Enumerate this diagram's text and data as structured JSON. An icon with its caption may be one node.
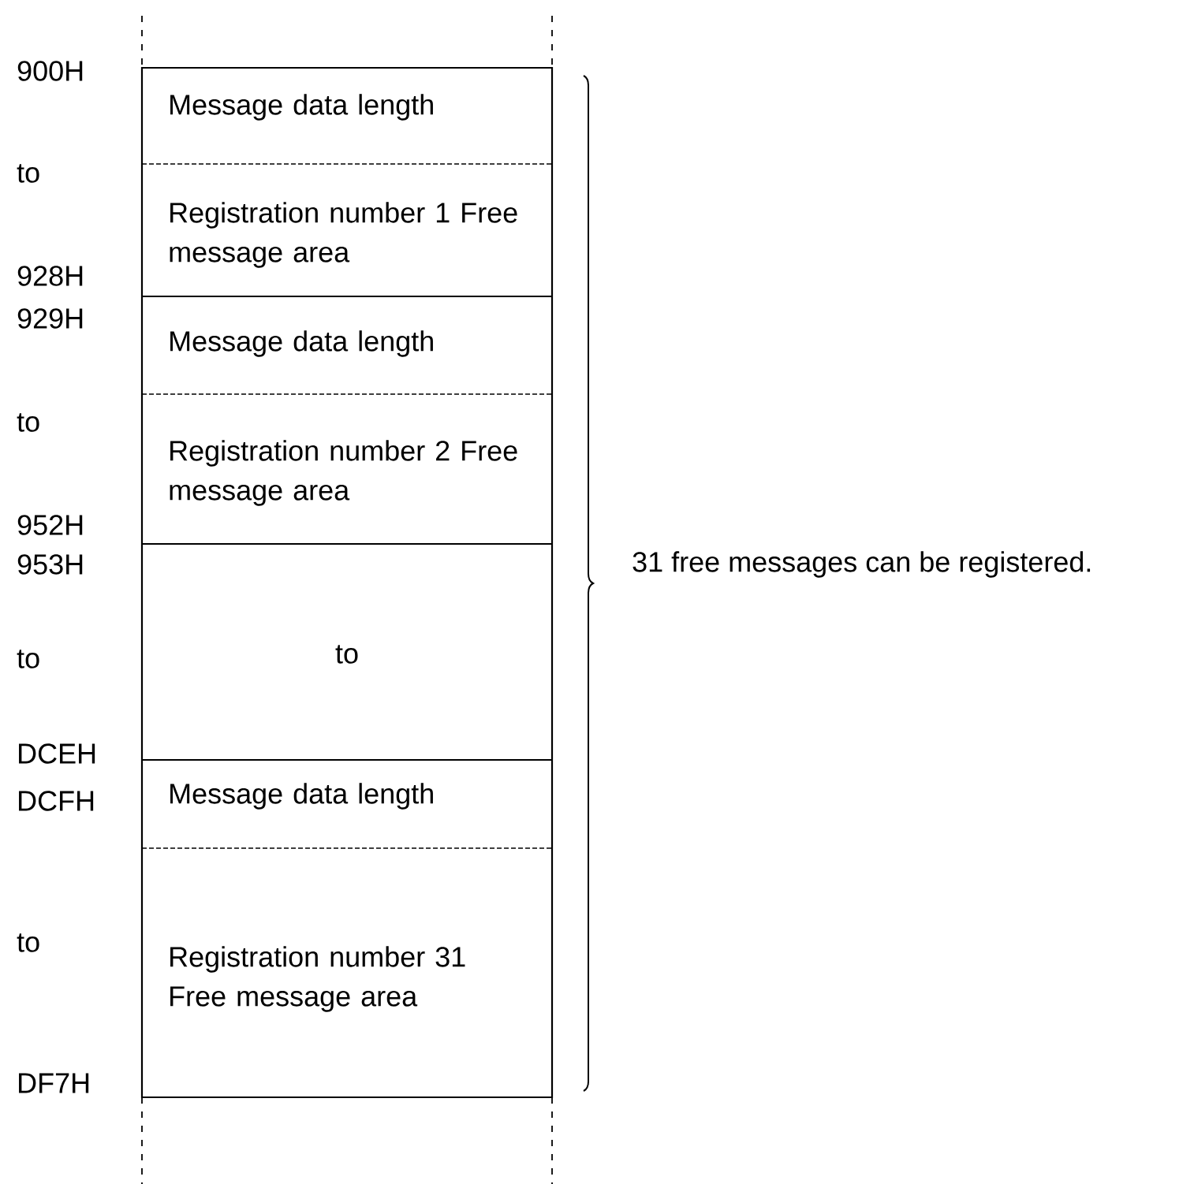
{
  "diagram": {
    "nodes": [
      {
        "text": [
          "Message data length"
        ]
      },
      {
        "text": [
          "Registration number 1 Free message area"
        ]
      },
      {
        "text": [
          "Message data length"
        ]
      },
      {
        "text": [
          "Registration number 2 Free message area"
        ]
      },
      {
        "text": [
          "to"
        ]
      },
      {
        "text": [
          "Message data length"
        ]
      },
      {
        "text": [
          "Registration number 31 Free message area"
        ]
      }
    ],
    "labels": [
      "900H",
      "to",
      "928H",
      "929H",
      "to",
      "952H",
      "953H",
      "to",
      "DCEH",
      "DCFH",
      "to",
      "DF7H",
      "31 free messages can be registered."
    ]
  }
}
